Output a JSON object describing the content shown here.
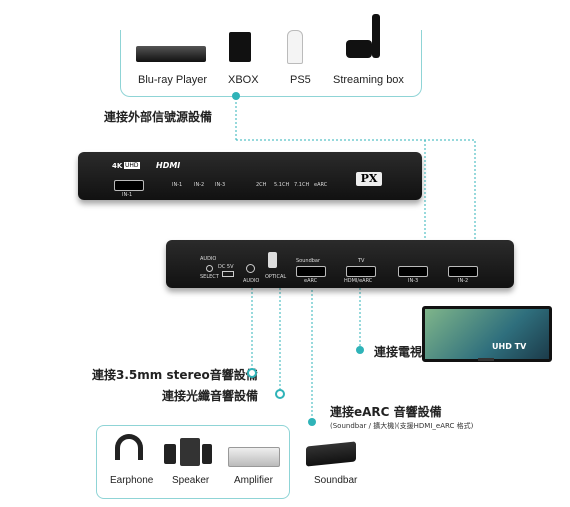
{
  "sources": {
    "items": [
      {
        "label": "Blu-ray Player",
        "icon": "bluray-player-icon"
      },
      {
        "label": "XBOX",
        "icon": "xbox-console-icon"
      },
      {
        "label": "PS5",
        "icon": "ps5-console-icon"
      },
      {
        "label": "Streaming box",
        "icon": "streaming-box-icon"
      }
    ],
    "caption": "連接外部信號源設備"
  },
  "front_panel": {
    "badge_4k": "4K",
    "badge_uhd": "UHD",
    "hdmi_logo": "HDMI",
    "port_in1": "IN-1",
    "inputs": [
      "IN-1",
      "IN-2",
      "IN-3"
    ],
    "modes": [
      "2CH",
      "5.1CH",
      "7.1CH",
      "eARC"
    ],
    "brand": "PX"
  },
  "back_panel": {
    "audio_select": "AUDIO",
    "select": "SELECT",
    "dc": "DC 5V",
    "audio": "AUDIO",
    "optical": "OPTICAL",
    "soundbar": "Soundbar",
    "earc": "eARC",
    "tv": "TV",
    "hdmi_earc": "HDMI/eARC",
    "in3": "IN-3",
    "in2": "IN-2"
  },
  "tv": {
    "badge": "UHD TV",
    "caption": "連接電視"
  },
  "captions": {
    "stereo": "連接3.5mm stereo音響設備",
    "optical": "連接光纖音響設備",
    "earc": "連接eARC 音響設備",
    "earc_note": "(Soundbar / 擴大機)(支援HDMI_eARC 格式)"
  },
  "outputs": {
    "items": [
      {
        "label": "Earphone",
        "icon": "earphone-icon"
      },
      {
        "label": "Speaker",
        "icon": "speaker-icon"
      },
      {
        "label": "Amplifier",
        "icon": "amplifier-icon"
      }
    ],
    "soundbar": {
      "label": "Soundbar",
      "icon": "soundbar-icon"
    }
  },
  "colors": {
    "accent": "#2fb3b8",
    "device": "#1a1a1a"
  }
}
